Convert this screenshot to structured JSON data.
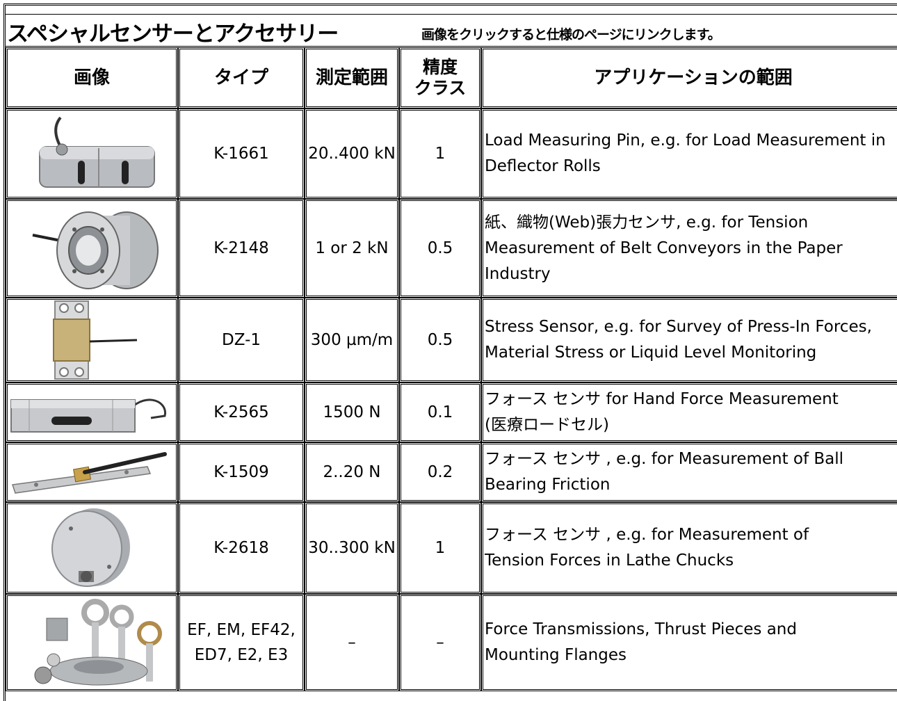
{
  "title": "スペシャルセンサーとアクセサリー",
  "subtitle": "画像をクリックすると仕様のページにリンクします。",
  "headers": {
    "image": "画像",
    "type": "タイプ",
    "range": "測定範囲",
    "accuracy_line1": "精度",
    "accuracy_line2": "クラス",
    "application": "アプリケーションの範囲"
  },
  "rows": [
    {
      "image_icon": "load-measuring-pin-photo",
      "type": "K-1661",
      "range": "20..400 kN",
      "accuracy": "1",
      "application": [
        "Load Measuring Pin, e.g. for Load Measurement in",
        "Deflector Rolls"
      ]
    },
    {
      "image_icon": "tension-sensor-photo",
      "type": "K-2148",
      "range": "1 or 2 kN",
      "accuracy": "0.5",
      "application": [
        "紙、織物(Web)張力センサ, e.g. for Tension",
        "Measurement of Belt Conveyors in the Paper",
        "Industry"
      ]
    },
    {
      "image_icon": "stress-sensor-photo",
      "type": "DZ-1",
      "range": "300 µm/m",
      "accuracy": "0.5",
      "application": [
        "Stress Sensor, e.g. for Survey of Press-In Forces,",
        "Material Stress or Liquid Level Monitoring"
      ]
    },
    {
      "image_icon": "hand-force-sensor-photo",
      "type": "K-2565",
      "range": "1500 N",
      "accuracy": "0.1",
      "application": [
        "フォース センサ  for Hand Force Measurement",
        "(医療ロードセル)"
      ]
    },
    {
      "image_icon": "ball-bearing-sensor-photo",
      "type": "K-1509",
      "range": "2..20 N",
      "accuracy": "0.2",
      "application": [
        "フォース センサ , e.g. for Measurement of Ball",
        "Bearing Friction"
      ]
    },
    {
      "image_icon": "lathe-chuck-sensor-photo",
      "type": "K-2618",
      "range": "30..300 kN",
      "accuracy": "1",
      "application": [
        "フォース センサ , e.g. for Measurement of",
        "Tension Forces in Lathe Chucks"
      ]
    },
    {
      "image_icon": "accessories-photo",
      "type_line1": "EF, EM, EF42,",
      "type_line2": "ED7, E2, E3",
      "range": "–",
      "accuracy": "–",
      "application": [
        "Force Transmissions, Thrust Pieces and",
        "Mounting Flanges"
      ]
    }
  ]
}
